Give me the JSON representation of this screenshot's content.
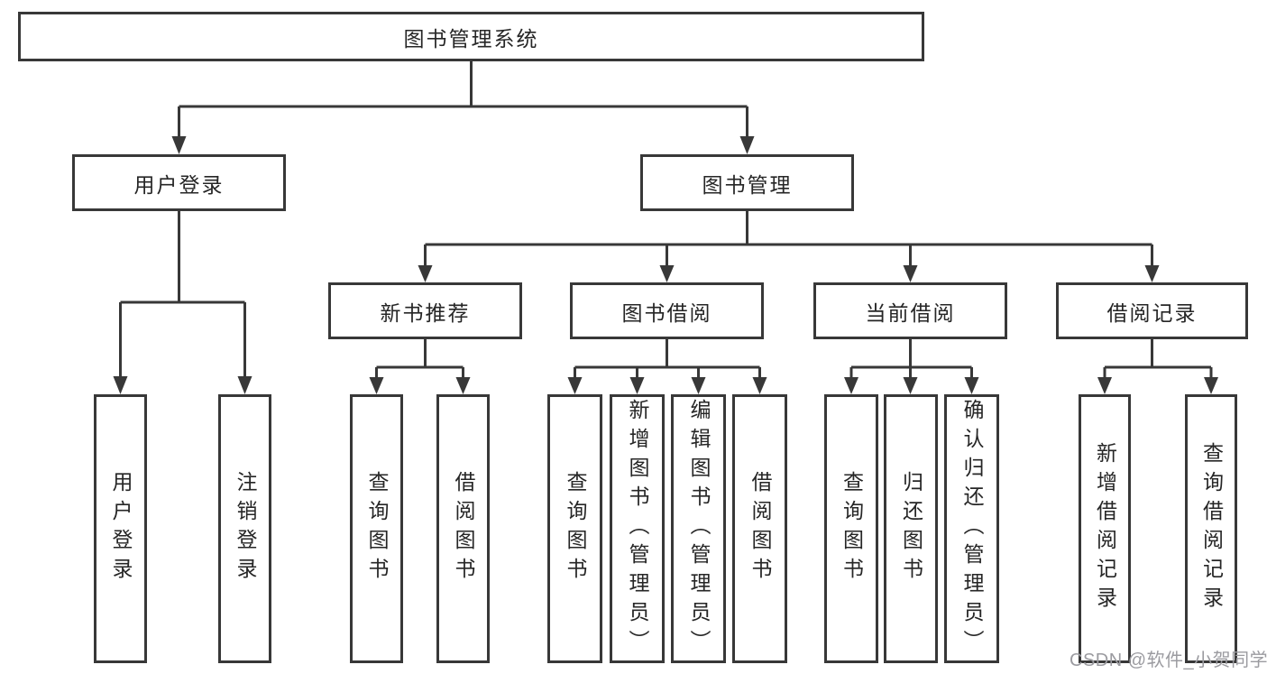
{
  "diagram": {
    "title_node": {
      "label": "图书管理系统"
    },
    "level2": [
      {
        "label": "用户登录"
      },
      {
        "label": "图书管理"
      }
    ],
    "level3": [
      {
        "label": "新书推荐"
      },
      {
        "label": "图书借阅"
      },
      {
        "label": "当前借阅"
      },
      {
        "label": "借阅记录"
      }
    ],
    "leaves": {
      "user_login": [
        "用户登录",
        "注销登录"
      ],
      "new_book": [
        "查询图书",
        "借阅图书"
      ],
      "book_borrow": [
        "查询图书",
        "新增图书（管理员）",
        "编辑图书（管理员）",
        "借阅图书"
      ],
      "current_borrow": [
        "查询图书",
        "归还图书",
        "确认归还（管理员）"
      ],
      "borrow_record": [
        "新增借阅记录",
        "查询借阅记录"
      ]
    }
  },
  "colors": {
    "line": "#383838",
    "box_background": "#ffffff",
    "text": "#262626",
    "watermark": "#9b9ba0"
  },
  "watermark": {
    "text": "CSDN @软件_小贺同学"
  }
}
